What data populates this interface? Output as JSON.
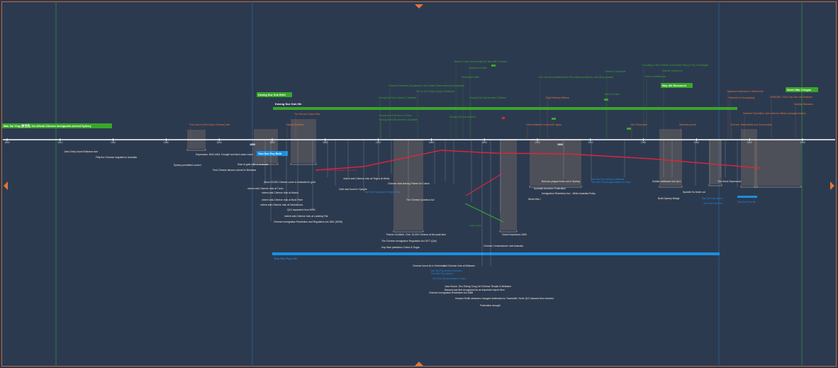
{
  "colors": {
    "background": "#2c3a50",
    "axis": "#ffffff",
    "green": "#39a62a",
    "orange": "#e0763a",
    "blue": "#1b8fe0",
    "red": "#e0243c",
    "white_text": "#ffffff",
    "cream": "#f1e6cf",
    "brown_fill": "#8d7b6b"
  },
  "axis": {
    "ticks": [
      "1800",
      "1810",
      "1820",
      "1830",
      "1840",
      "1850",
      "1860",
      "1870",
      "1880",
      "1890",
      "1900",
      "1910",
      "1920",
      "1930",
      "1940",
      "1950"
    ],
    "minor": {
      "label": "1850"
    },
    "major": {
      "label": "1900"
    }
  },
  "topbars": [
    {
      "label": "Kwong Sue Duk life",
      "lane": 0,
      "color": "green"
    },
    {
      "label": "Tom See Poy Life",
      "lane": 1,
      "color": "blue"
    }
  ],
  "tags": [
    {
      "label": "Mak Sai Ying (麥世英) 1st official Chinese immigrants arrived Sydney",
      "color": "green"
    },
    {
      "label": "Kwong Sue Duk Birth",
      "color": "green"
    },
    {
      "label": "Tom See Poy Birth",
      "color": "blue"
    },
    {
      "label": "May 4th Movement",
      "color": "green"
    },
    {
      "label": "World War II began",
      "color": "green"
    }
  ],
  "events_above": [
    {
      "label": "First Opium (First Anglo-Chinese) War",
      "color": "orange"
    },
    {
      "label": "The Second Opium War",
      "color": "orange"
    },
    {
      "label": "Taiping Rebellion",
      "color": "orange"
    },
    {
      "label": "Kwong Sue Duk born in China",
      "color": "green"
    },
    {
      "label": "Kwong Sue Duk arrived to Australia",
      "color": "green"
    },
    {
      "label": "Kwong Sue Duk married",
      "color": "green"
    },
    {
      "label": "Back to China and brought the first wife to Darwin",
      "color": "green"
    },
    {
      "label": "Married 2nd Wife",
      "color": "green"
    },
    {
      "label": "Married 3rd Wife",
      "color": "green"
    },
    {
      "label": "Chinese Exclusion Act passed in the United States banning immigration",
      "color": "green"
    },
    {
      "label": "Set up Sun Sing Loong in Southport",
      "color": "green"
    },
    {
      "label": "Kwong Sue Duk came to Cooktown",
      "color": "green"
    },
    {
      "label": "Kwong Sue Duk became Christian",
      "color": "green"
    },
    {
      "label": "Sun Yat-sen established the Revolutionary Alliance, anti-Qing dynasty",
      "color": "green"
    },
    {
      "label": "Move to Townsville",
      "color": "green"
    },
    {
      "label": "Back to China",
      "color": "green"
    },
    {
      "label": "Founding of the Chinese Communist Party (CCP) in Shanghai",
      "color": "green"
    },
    {
      "label": "May 4th Movement",
      "color": "green"
    },
    {
      "label": "Move to Melbourne",
      "color": "green"
    },
    {
      "label": "Japanese expansion in Manchuria",
      "color": "orange"
    },
    {
      "label": "GENERAL TSAI: Exp lock into Brisbane",
      "color": "orange"
    },
    {
      "label": "Nanjing Massacre",
      "color": "orange"
    },
    {
      "label": "Northern Expedition: joint warlord military campaign begins",
      "color": "orange"
    },
    {
      "label": "1911 Revolution",
      "color": "orange"
    },
    {
      "label": "Warlords period",
      "color": "orange"
    },
    {
      "label": "China defeated in war with Japan",
      "color": "orange"
    },
    {
      "label": "Eight Nations Alliance",
      "color": "orange"
    },
    {
      "label": "Returned to Guangdong",
      "color": "orange"
    },
    {
      "label": "Civil war: Nationalists and Communists",
      "color": "orange"
    }
  ],
  "events_below": [
    {
      "label": "John Oxley found Brisbane river",
      "color": "cream"
    },
    {
      "label": "Fifty-five Chinese migrated to Australia",
      "color": "cream"
    },
    {
      "label": "Depression 1840-1843, Drought and land-value crash",
      "color": "cream"
    },
    {
      "label": "Sydney prohibited convict",
      "color": "cream"
    },
    {
      "label": "Start of gold rush in Australia",
      "color": "cream"
    },
    {
      "label": "First Chinese labours arrived in Brisbane",
      "color": "cream"
    },
    {
      "label": "About 40,000 Chinese come to Australia for gold",
      "color": "cream"
    },
    {
      "label": "violent anti-Chinese riots at Turon",
      "color": "cream"
    },
    {
      "label": "violent anti-Chinese riots at Mudoo",
      "color": "cream"
    },
    {
      "label": "violent anti-Chinese riots at Buck River",
      "color": "cream"
    },
    {
      "label": "violent anti-Chinese riots at Tambaroora",
      "color": "cream"
    },
    {
      "label": "QLD separated from NSW",
      "color": "cream"
    },
    {
      "label": "violent anti-Chinese riots at Lambing Flat",
      "color": "cream"
    },
    {
      "label": "Chinese Immigration Restriction and Regulation Act 1861 (NSW)",
      "color": "cream"
    },
    {
      "label": "violent anti-Chinese riots at Tingha tin fields",
      "color": "cream"
    },
    {
      "label": "Chinese start leaving Palmer for Cairns",
      "color": "cream"
    },
    {
      "label": "Gold was found in Gympie",
      "color": "cream"
    },
    {
      "label": "The Chinese Question Act",
      "color": "cream"
    },
    {
      "label": "Palmer Goldfield, Over 15,000 Chinese at the peak time",
      "color": "cream"
    },
    {
      "label": "The Chinese Immigration Regulation Act 1877 (Qld)",
      "color": "cream"
    },
    {
      "label": "Hop Wah plantation Cotton & Sugar",
      "color": "cream"
    },
    {
      "label": "Great Depression 1890",
      "color": "cream"
    },
    {
      "label": "Chinese Commissioner visit Australia",
      "color": "cream"
    },
    {
      "label": "Chinese found tin in Herberton",
      "color": "cream"
    },
    {
      "label": "Anti-Chinese riots at Brisbane",
      "color": "cream"
    },
    {
      "label": "Joss House, Sun Sheng Gong 1st Chinese Temple in Brisbane",
      "color": "cream"
    },
    {
      "label": "Banana was first recognised as an important export item",
      "color": "cream"
    },
    {
      "label": "Chinese Immigration Restriction Act 1888",
      "color": "cream"
    },
    {
      "label": "Howard Smith steamers changed destination to Townsville. North QLD banana farm crashed.",
      "color": "cream"
    },
    {
      "label": "Federation drought",
      "color": "cream"
    },
    {
      "label": "Bubonic plague broke out in Sydney",
      "color": "cream"
    },
    {
      "label": "Australia becomes Federation",
      "color": "cream"
    },
    {
      "label": "Immigration Restriction Act - White Australia Policy",
      "color": "cream"
    },
    {
      "label": "World War I",
      "color": "cream"
    },
    {
      "label": "Soldier settlement Act QLD",
      "color": "cream"
    },
    {
      "label": "Spanish flu broke out",
      "color": "cream"
    },
    {
      "label": "Build Sydney Bridge",
      "color": "cream"
    },
    {
      "label": "The Great Depression",
      "color": "cream"
    }
  ],
  "blue_events": [
    {
      "label": "Tom See Poy came to Palmer River"
    },
    {
      "label": "Tom See Poy arrived Cooktown"
    },
    {
      "label": "Tom See Poy married"
    },
    {
      "label": "Tom See Poy went back to China"
    },
    {
      "label": "Tom See Poy moved to Brisbane"
    },
    {
      "label": "Tom See Poy Brought children to China"
    },
    {
      "label": "Tom See Poy retired"
    },
    {
      "label": "Tom See Poy Died"
    },
    {
      "label": "Tom See Poy's life"
    }
  ],
  "series": {
    "red_line": {
      "label": "Chinese population in Australia"
    },
    "green_line": {
      "label": "Sugar output"
    }
  }
}
